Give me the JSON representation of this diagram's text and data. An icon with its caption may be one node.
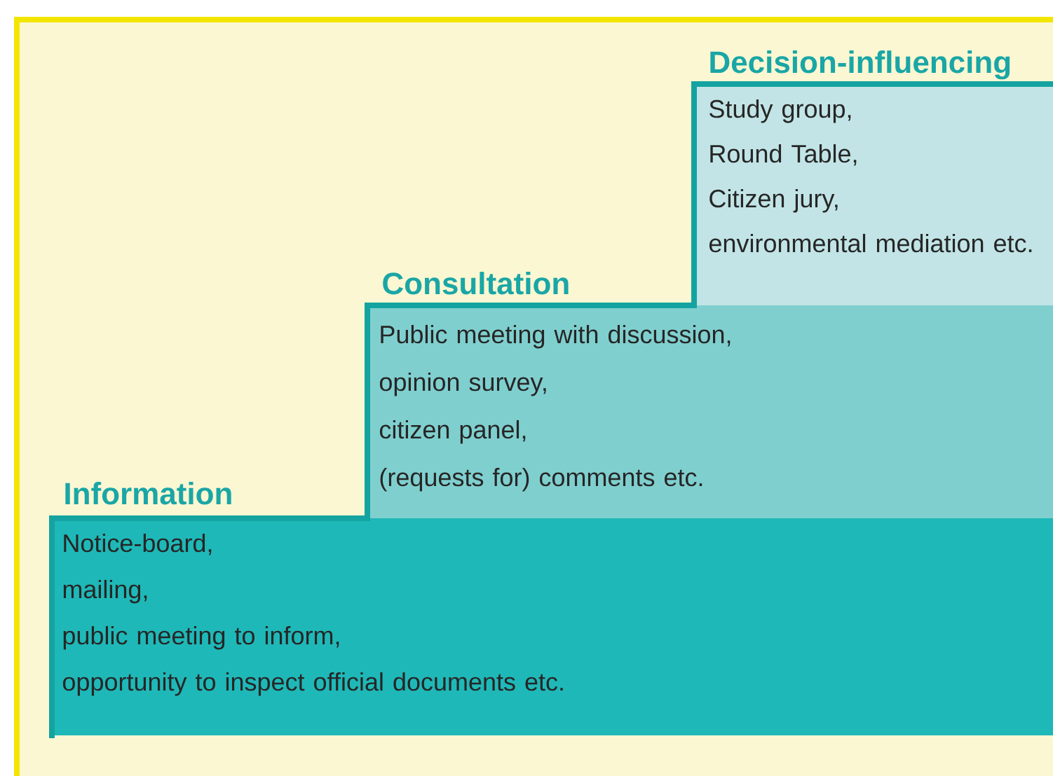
{
  "diagram": {
    "nodes": [
      {
        "text": [
          "Decision-influencing",
          "Study group,",
          "Round Table,",
          "Citizen jury,",
          "environmental mediation etc."
        ]
      },
      {
        "text": [
          "Consultation",
          "Public meeting with discussion,",
          "opinion survey,",
          "citizen panel,",
          "(requests for) comments etc."
        ]
      },
      {
        "text": [
          "Information",
          "Notice-board,",
          "mailing,",
          "public meeting to inform,",
          "opportunity to inspect official documents etc."
        ]
      }
    ]
  }
}
